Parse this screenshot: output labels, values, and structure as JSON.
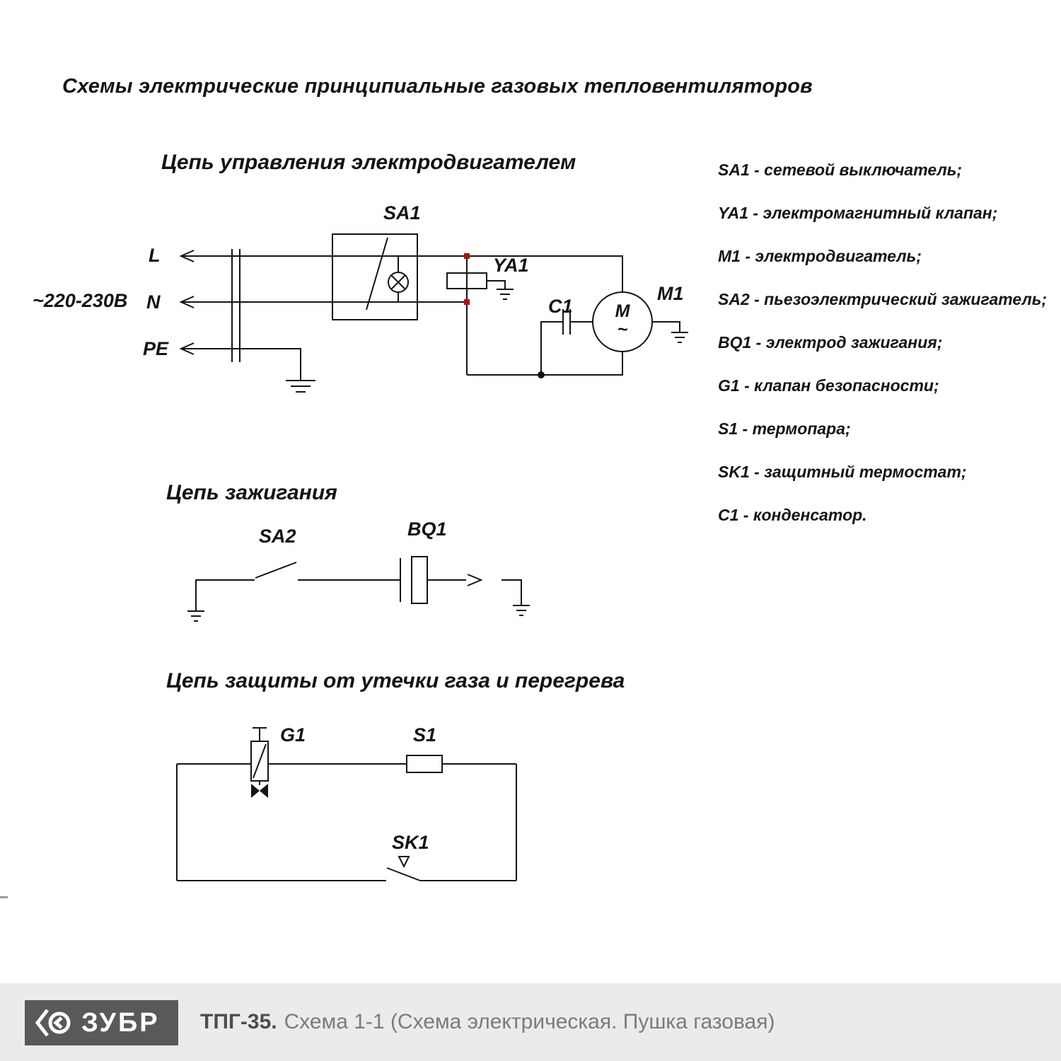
{
  "page_title": "Схемы электрические принципиальные газовых тепловентиляторов",
  "circuit_control": {
    "title": "Цепь управления электродвигателем",
    "voltage": "~220-230В",
    "terminal_l": "L",
    "terminal_n": "N",
    "terminal_pe": "PE",
    "sa1": "SA1",
    "ya1": "YA1",
    "c1": "C1",
    "m1": "M1",
    "motor_m": "M",
    "motor_ac": "~"
  },
  "circuit_ignition": {
    "title": "Цепь зажигания",
    "sa2": "SA2",
    "bq1": "BQ1"
  },
  "circuit_protection": {
    "title": "Цепь защиты от утечки газа и перегрева",
    "g1": "G1",
    "s1": "S1",
    "sk1": "SK1"
  },
  "legend": {
    "items": [
      "SA1 - сетевой выключатель;",
      "YA1 - электромагнитный клапан;",
      "M1 - электродвигатель;",
      "SA2 - пьезоэлектрический зажигатель;",
      "BQ1 - электрод зажигания;",
      "G1 - клапан безопасности;",
      "S1 - термопара;",
      "SK1 - защитный термостат;",
      "C1 - конденсатор."
    ]
  },
  "footer": {
    "brand": "ЗУБР",
    "model": "ТПГ-35.",
    "description": "Схема 1-1 (Схема электрическая. Пушка газовая)"
  },
  "colors": {
    "line": "#141414",
    "junction_red": "#b01010",
    "footer_bg": "#ebebeb",
    "brand_bg": "#58595b",
    "model_text": "#4c4d50",
    "description_text": "#7a7b7e"
  }
}
